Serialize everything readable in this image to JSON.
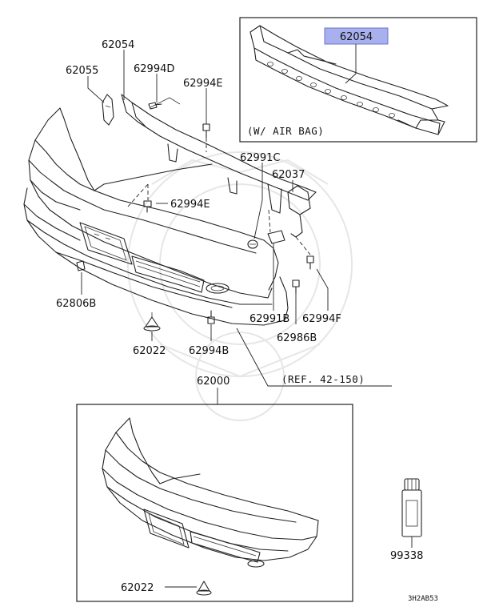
{
  "diagram": {
    "callouts": {
      "p62054_top": "62054",
      "p62055": "62055",
      "p62994D": "62994D",
      "p62994E_top": "62994E",
      "p62991C": "62991C",
      "p62037": "62037",
      "p62994E_mid": "62994E",
      "p62806B": "62806B",
      "p62022_top": "62022",
      "p62994B": "62994B",
      "p62991B": "62991B",
      "p62994F": "62994F",
      "p62986B": "62986B",
      "p62000": "62000",
      "p62022_bottom": "62022",
      "p99338": "99338",
      "p62054_inset": "62054"
    },
    "inset_note": "(W/ AIR BAG)",
    "reference": "(REF. 42-150)",
    "diagram_code": "3H2AB53",
    "colors": {
      "highlight_fill": "#a9b0ee",
      "line": "#222222",
      "background": "#ffffff"
    }
  }
}
